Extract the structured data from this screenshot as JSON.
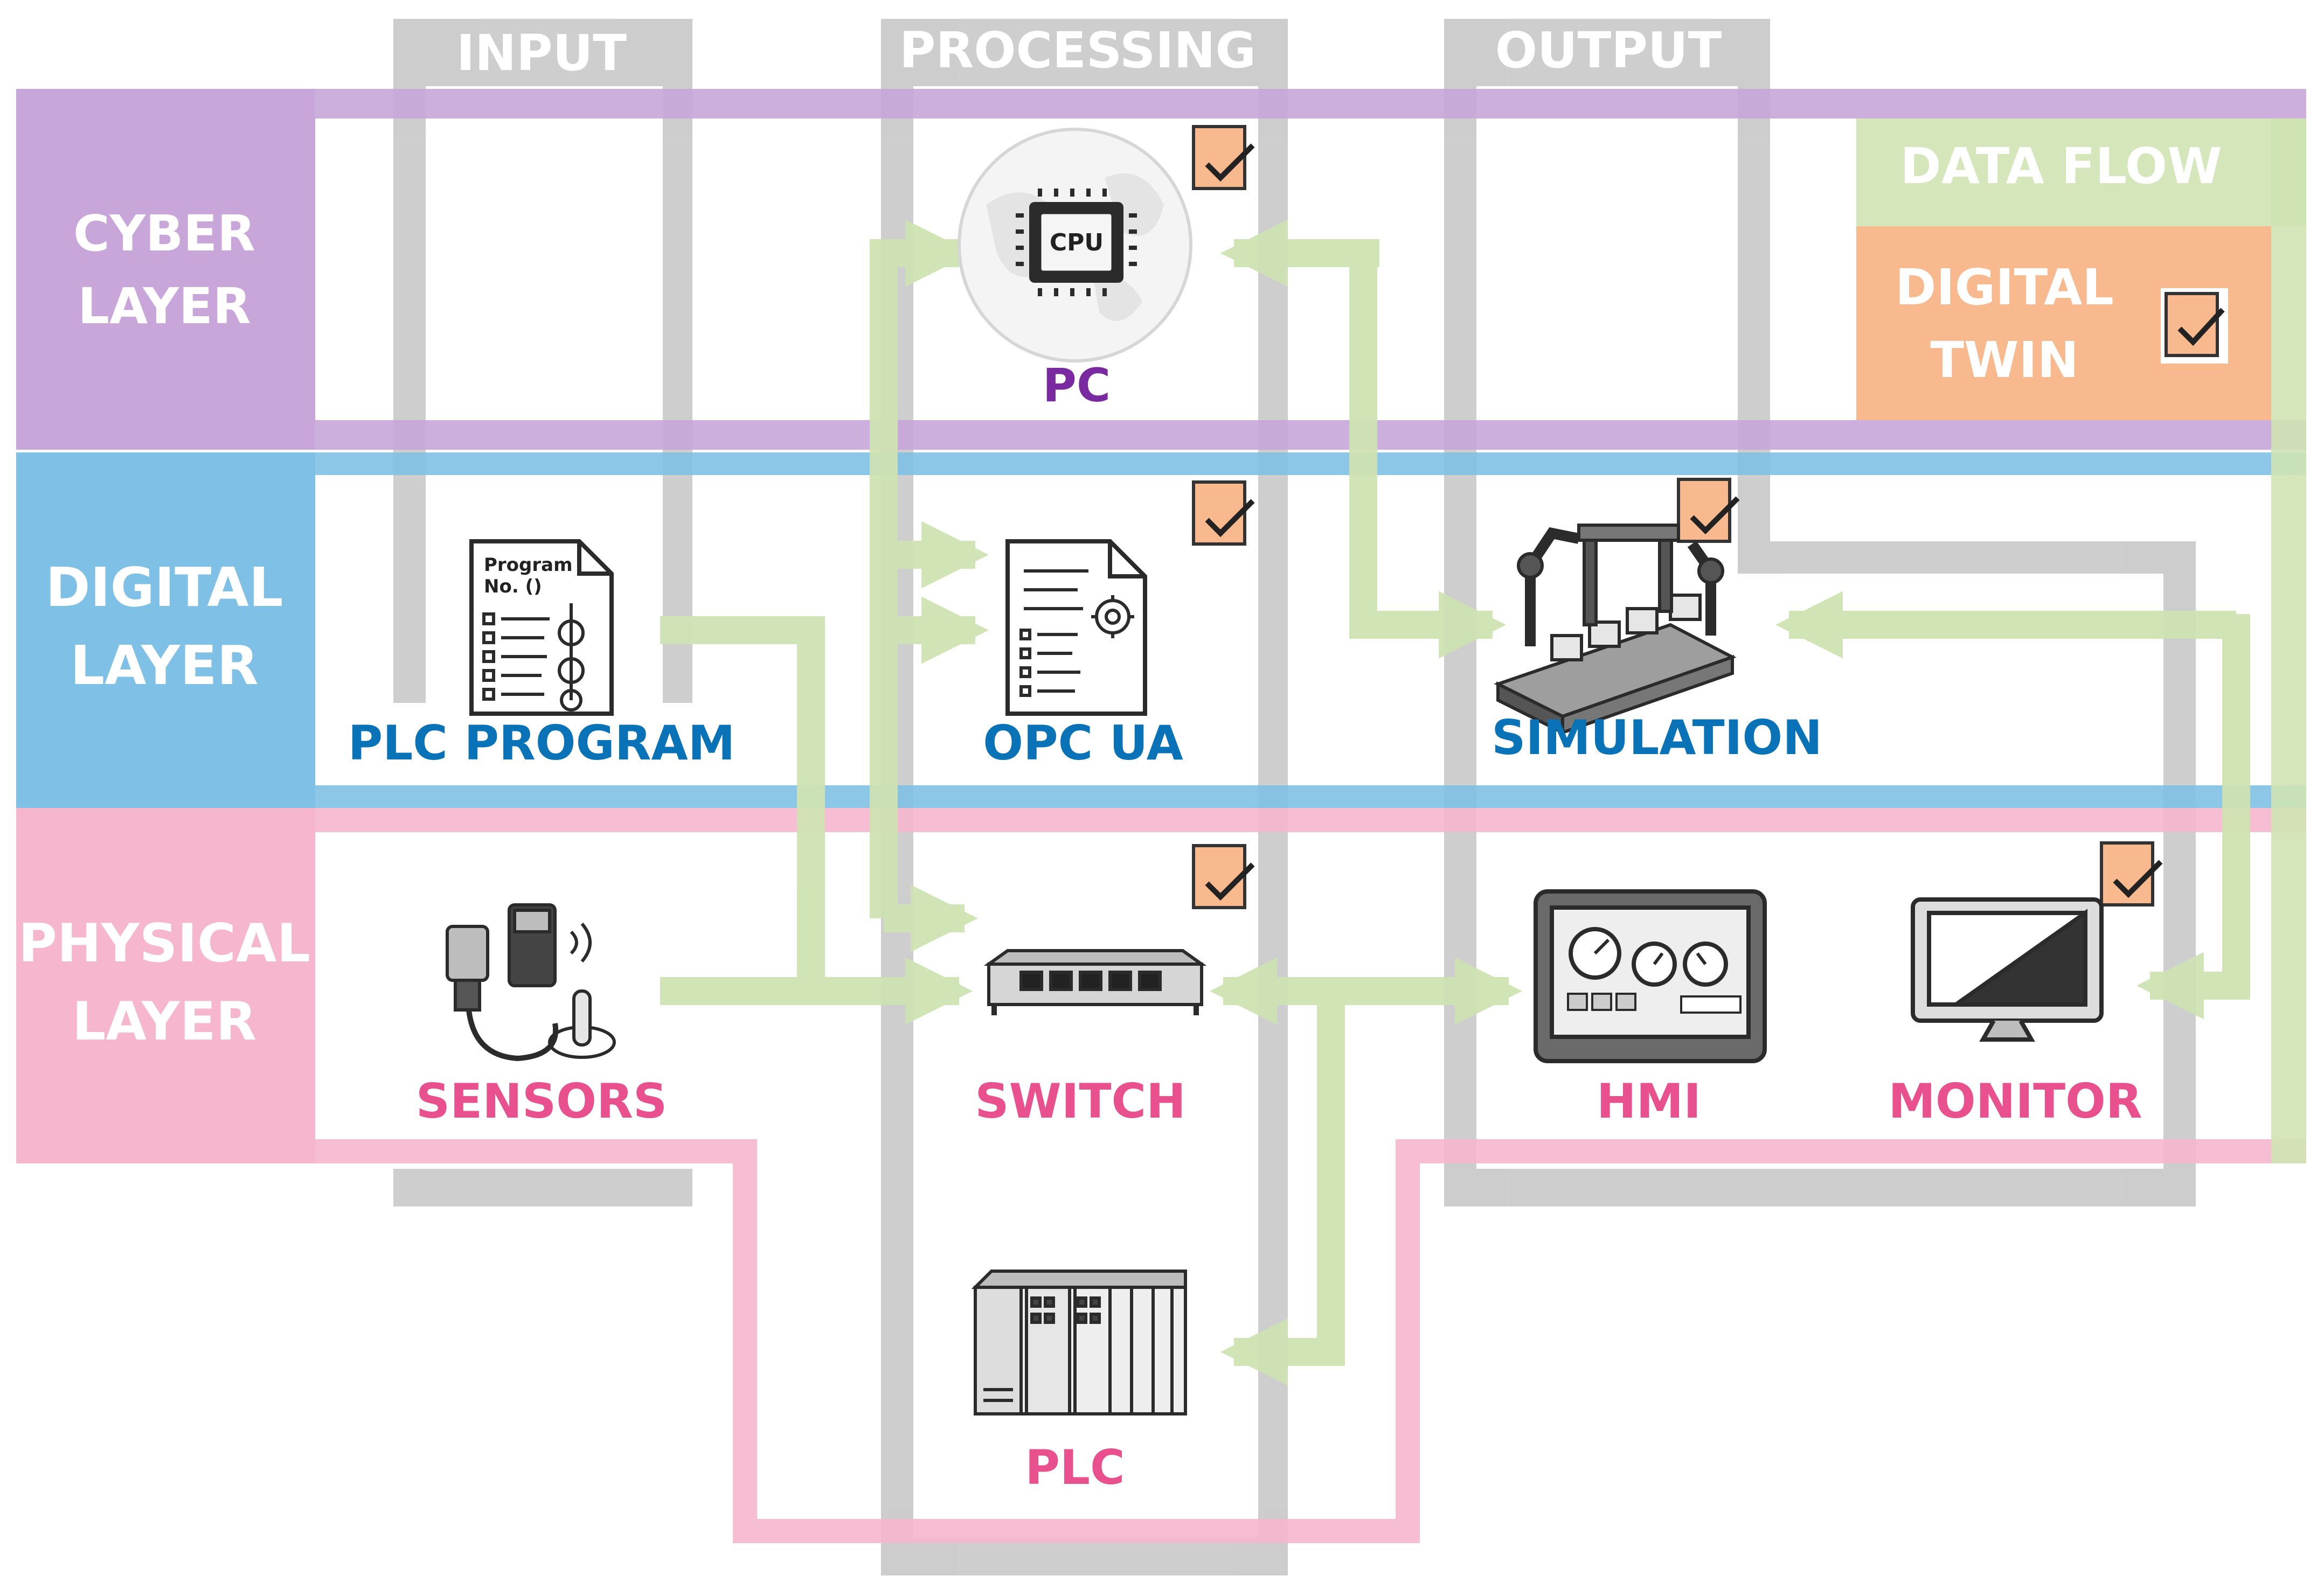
{
  "columns": {
    "input": "INPUT",
    "processing": "PROCESSING",
    "output": "OUTPUT"
  },
  "layers": {
    "cyber": {
      "line1": "CYBER",
      "line2": "LAYER"
    },
    "digital": {
      "line1": "DIGITAL",
      "line2": "LAYER"
    },
    "physical": {
      "line1": "PHYSICAL",
      "line2": "LAYER"
    }
  },
  "legend": {
    "data_flow": "DATA FLOW",
    "digital_twin": {
      "line1": "DIGITAL",
      "line2": "TWIN"
    }
  },
  "nodes": {
    "pc": "PC",
    "plc_program": "PLC PROGRAM",
    "opc_ua": "OPC UA",
    "simulation": "SIMULATION",
    "sensors": "SENSORS",
    "switch": "SWITCH",
    "hmi": "HMI",
    "monitor": "MONITOR",
    "plc": "PLC"
  },
  "icons": {
    "cpu_chip_text": "CPU",
    "program_doc_line1": "Program",
    "program_doc_line2": "No. ()"
  },
  "colors": {
    "cyber": "#c8a6d9",
    "digital": "#7fc1e6",
    "physical": "#f6b6cd",
    "column": "#bdbdbd",
    "data_flow": "#cfe3b3",
    "digital_twin": "#f7b98d",
    "cyber_text": "#7a2aa0",
    "digital_text": "#0a73b8",
    "physical_text": "#e8508e"
  }
}
